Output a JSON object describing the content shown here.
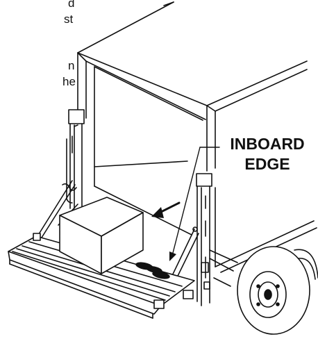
{
  "text_fragments": [
    {
      "text": "d"
    },
    {
      "text": "st"
    },
    {
      "text": "n"
    },
    {
      "text": "he"
    }
  ],
  "callout": {
    "line1": "INBOARD",
    "line2": "EDGE"
  }
}
